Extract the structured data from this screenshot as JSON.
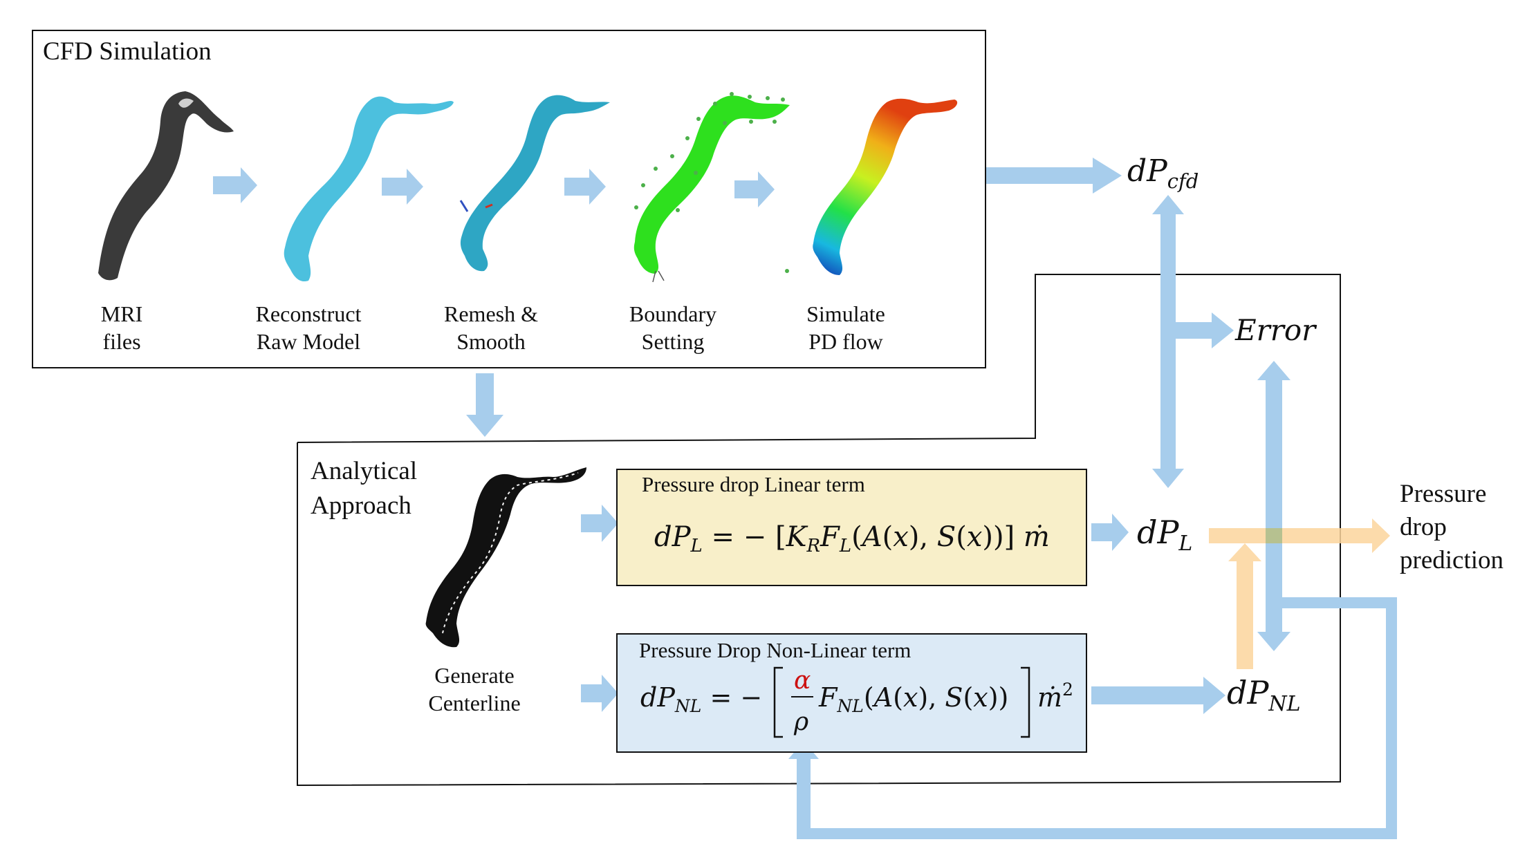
{
  "cfd_panel": {
    "title": "CFD Simulation",
    "steps": [
      {
        "line1": "MRI",
        "line2": "files"
      },
      {
        "line1": "Reconstruct",
        "line2": "Raw Model"
      },
      {
        "line1": "Remesh &",
        "line2": "Smooth"
      },
      {
        "line1": "Boundary",
        "line2": "Setting"
      },
      {
        "line1": "Simulate",
        "line2": "PD flow"
      }
    ]
  },
  "analytical_panel": {
    "title_line1": "Analytical",
    "title_line2": "Approach",
    "centerline_line1": "Generate",
    "centerline_line2": "Centerline"
  },
  "linear_box": {
    "title": "Pressure drop Linear term",
    "color": "#f8efc9"
  },
  "nonlinear_box": {
    "title": "Pressure Drop Non-Linear term",
    "color": "#dceaf6"
  },
  "outputs": {
    "prediction_line1": "Pressure",
    "prediction_line2": "drop",
    "prediction_line3": "prediction"
  },
  "colors": {
    "arrow_blue": "#a7cdec",
    "arrow_orange": "#fbd59c",
    "alpha_red": "#cc1111"
  }
}
